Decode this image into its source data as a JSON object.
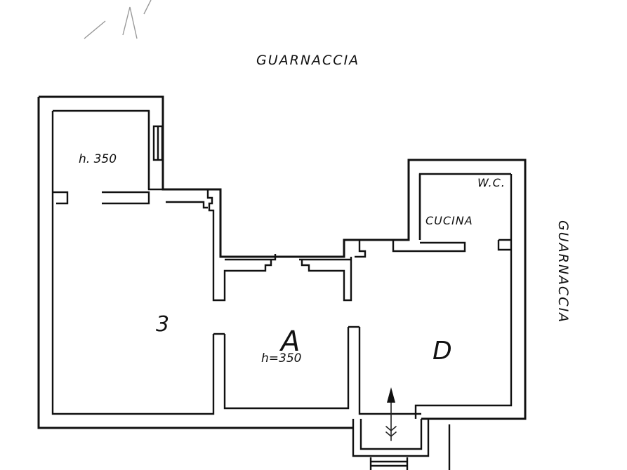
{
  "plan": {
    "street_top": "GUARNACCIA",
    "street_right": "GUARNACCIA",
    "room_labels": {
      "wc": "W.C.",
      "kitchen": "CUCINA",
      "height_top_left": "h. 350",
      "height_center": "h=350"
    },
    "room_marks": {
      "left_room": "3",
      "center_room": "A",
      "right_room": "D"
    }
  }
}
